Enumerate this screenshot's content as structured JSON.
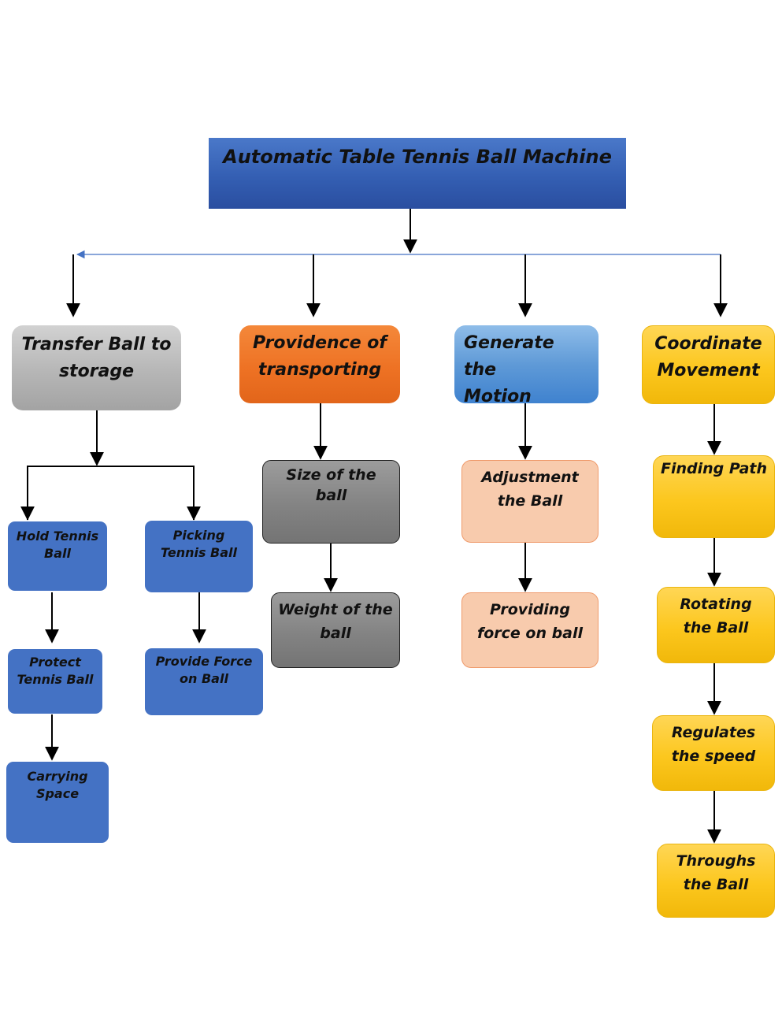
{
  "diagram": {
    "root": {
      "line1": "Automatic Table Tennis Ball Machine"
    },
    "categories": [
      {
        "line1": "Transfer Ball to",
        "line2": "storage"
      },
      {
        "line1": "Providence of",
        "line2": "transporting"
      },
      {
        "line1": "Generate the",
        "line2": "Motion"
      },
      {
        "line1": "Coordinate",
        "line2": "Movement"
      }
    ],
    "transfer": {
      "hold": {
        "line1": "Hold Tennis",
        "line2": "Ball"
      },
      "protect": {
        "line1": "Protect",
        "line2": "Tennis Ball"
      },
      "carry": {
        "line1": "Carrying",
        "line2": "Space"
      },
      "pick": {
        "line1": "Picking",
        "line2": "Tennis Ball"
      },
      "force": {
        "line1": "Provide Force",
        "line2": "on Ball"
      }
    },
    "providence": {
      "size": {
        "line1": "Size of the ball"
      },
      "weight": {
        "line1": "Weight of the",
        "line2": "ball"
      }
    },
    "motion": {
      "adjust": {
        "line1": "Adjustment",
        "line2": "the Ball"
      },
      "provide": {
        "line1": "Providing",
        "line2": "force on ball"
      }
    },
    "coordinate": {
      "path": {
        "line1": "Finding Path"
      },
      "rotate": {
        "line1": "Rotating",
        "line2": "the Ball"
      },
      "speed": {
        "line1": "Regulates",
        "line2": "the speed"
      },
      "through": {
        "line1": "Throughs",
        "line2": "the Ball"
      }
    }
  },
  "colors": {
    "root": "#3a66b8",
    "transfer": "#b6b6b6",
    "providence": "#ee7224",
    "motion": "#5f9ad7",
    "coordinate": "#fcc71e",
    "sub_blue": "#4472c4",
    "sub_gray": "#838383",
    "sub_peach": "#f8cbad",
    "connector": "#000000",
    "bus_line": "#4472c4"
  }
}
